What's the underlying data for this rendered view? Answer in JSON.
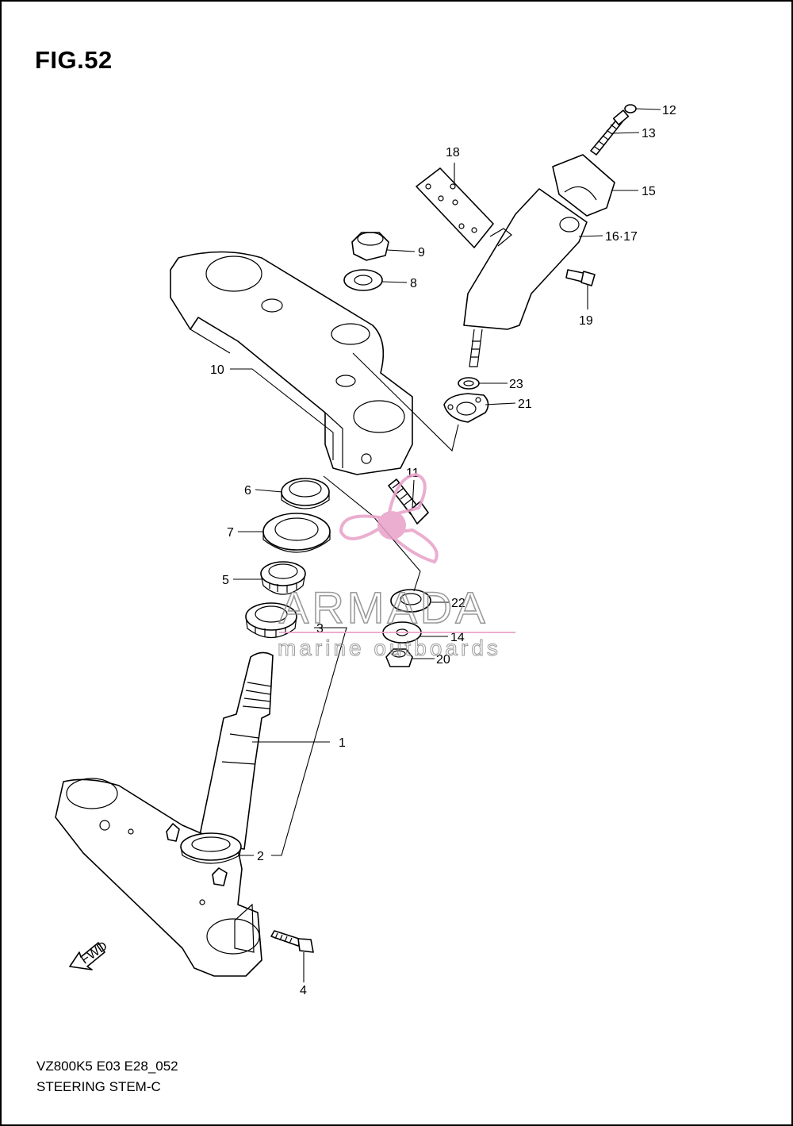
{
  "figure": {
    "title": "FIG.52"
  },
  "footer": {
    "model_code": "VZ800K5 E03 E28_052",
    "diagram_name": "STEERING STEM-C"
  },
  "watermark": {
    "brand": "ARMADA",
    "tagline": "marine outboards",
    "logo_color": "#e8a0c8",
    "text_color": "#8a8a8a"
  },
  "fwd_badge": {
    "text": "FWD"
  },
  "callouts": [
    "1",
    "2",
    "3",
    "4",
    "5",
    "6",
    "7",
    "8",
    "9",
    "10",
    "11",
    "12",
    "13",
    "14",
    "15",
    "16·17",
    "18",
    "19",
    "20",
    "21",
    "22",
    "23"
  ]
}
